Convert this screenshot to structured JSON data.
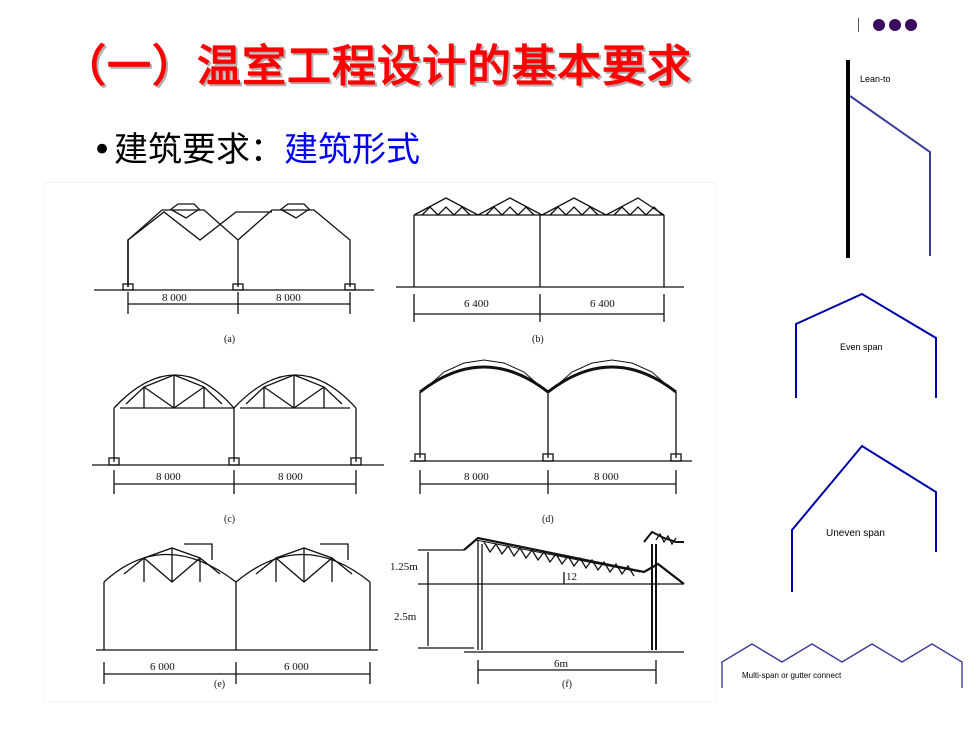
{
  "slide": {
    "title": "（一）温室工程设计的基本要求",
    "bullet_prefix": "建筑要求：",
    "bullet_highlight": "建筑形式",
    "title_color": "#ff0000",
    "highlight_color": "#0000ee",
    "dot_color": "#3a0a5e"
  },
  "figure": {
    "a": {
      "dim1": "8 000",
      "dim2": "8 000",
      "caption": "(a)"
    },
    "b": {
      "dim1": "6 400",
      "dim2": "6 400",
      "caption": "(b)"
    },
    "c": {
      "dim1": "8 000",
      "dim2": "8 000",
      "caption": "(c)"
    },
    "d": {
      "dim1": "8 000",
      "dim2": "8 000",
      "caption": "(d)"
    },
    "e": {
      "dim1": "6 000",
      "dim2": "6 000",
      "caption": "(e)"
    },
    "f": {
      "h1": "1.25m",
      "h2": "2.5m",
      "slope": "12",
      "width": "6m",
      "caption": "(f)"
    }
  },
  "side_panels": {
    "lean_to": "Lean-to",
    "even_span": "Even span",
    "uneven_span": "Uneven span",
    "multi_span": "Multi-span or gutter connect"
  }
}
